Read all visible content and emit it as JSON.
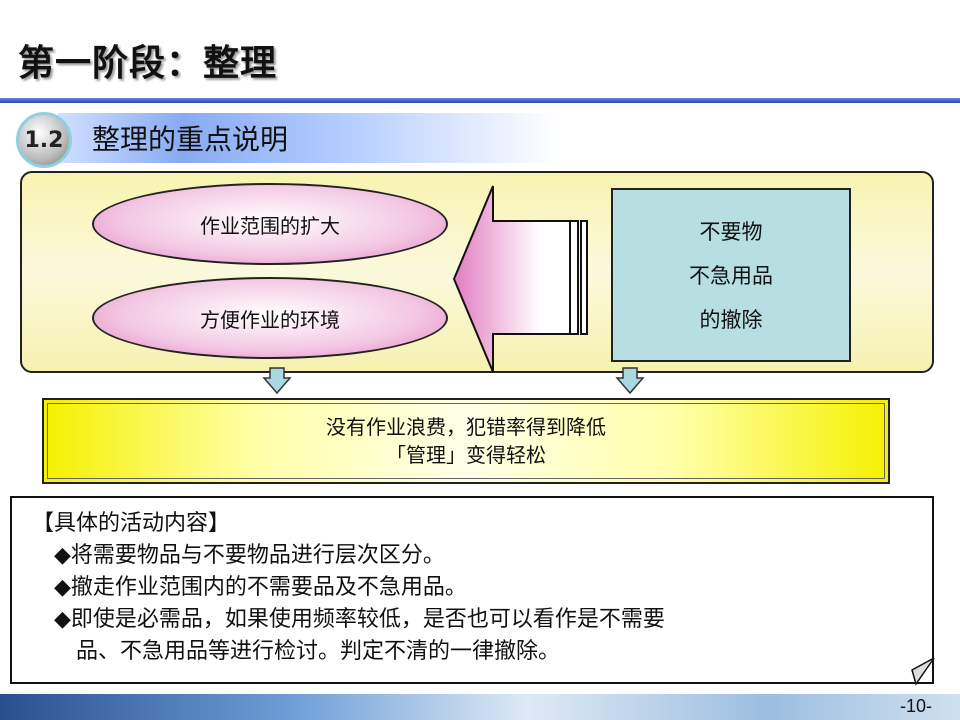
{
  "title": "第一阶段：整理",
  "section": {
    "number": "1.2",
    "title": "整理的重点说明"
  },
  "diagram": {
    "ellipses": [
      "作业范围的扩大",
      "方便作业的环境"
    ],
    "box_lines": [
      "不要物",
      "不急用品",
      "的撤除"
    ],
    "result_lines": [
      "没有作业浪费，犯错率得到降低",
      "「管理」变得轻松"
    ]
  },
  "activities": {
    "heading": "【具体的活动内容】",
    "items": [
      "◆将需要物品与不要物品进行层次区分。",
      "◆撤走作业范围内的不需要品及不急用品。",
      "◆即使是必需品，如果使用频率较低，是否也可以看作是不需要"
    ],
    "continuation": "品、不急用品等进行检讨。判定不清的一律撤除。"
  },
  "page_number": "-10-"
}
